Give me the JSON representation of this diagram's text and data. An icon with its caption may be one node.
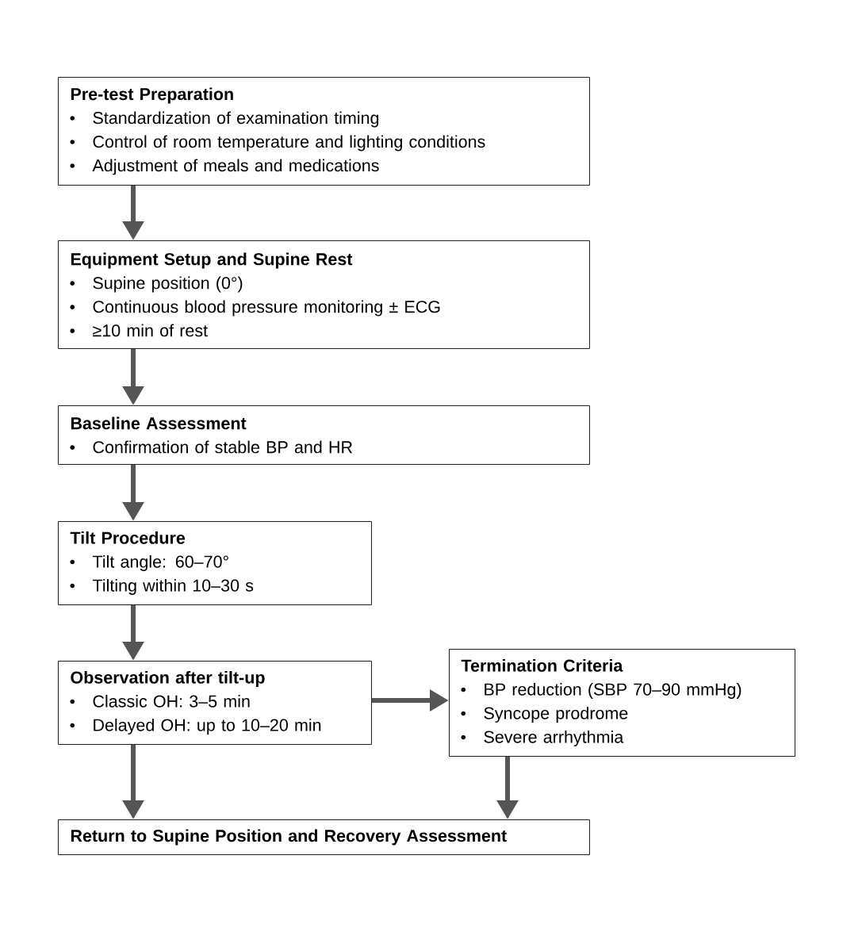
{
  "diagram": {
    "nodes": [
      {
        "text": [
          "Pre-test Preparation",
          "Standardization of examination timing",
          "Control of room temperature and lighting conditions",
          "Adjustment of meals and medications"
        ]
      },
      {
        "text": [
          "Equipment Setup and Supine Rest",
          "Supine position (0°)",
          "Continuous blood pressure monitoring ± ECG",
          "≥10 min of rest"
        ]
      },
      {
        "text": [
          "Baseline Assessment",
          "Confirmation of stable BP and HR"
        ]
      },
      {
        "text": [
          "Tilt Procedure",
          "Tilt angle: 60–70°",
          "Tilting within 10–30 s"
        ]
      },
      {
        "text": [
          "Observation after tilt-up",
          "Classic OH: 3–5 min",
          "Delayed OH: up to 10–20 min"
        ]
      },
      {
        "text": [
          "Termination Criteria",
          "BP reduction (SBP 70–90 mmHg)",
          "Syncope prodrome",
          "Severe arrhythmia"
        ]
      },
      {
        "text": [
          "Return to Supine Position and Recovery Assessment"
        ]
      }
    ],
    "edges": [
      {
        "from": 0,
        "to": 1,
        "arrow": "to"
      },
      {
        "from": 1,
        "to": 2,
        "arrow": "to"
      },
      {
        "from": 2,
        "to": 3,
        "arrow": "to"
      },
      {
        "from": 3,
        "to": 4,
        "arrow": "to"
      },
      {
        "from": 4,
        "to": 5,
        "arrow": "to"
      },
      {
        "from": 4,
        "to": 6,
        "arrow": "to"
      },
      {
        "from": 5,
        "to": 6,
        "arrow": "to"
      }
    ]
  }
}
